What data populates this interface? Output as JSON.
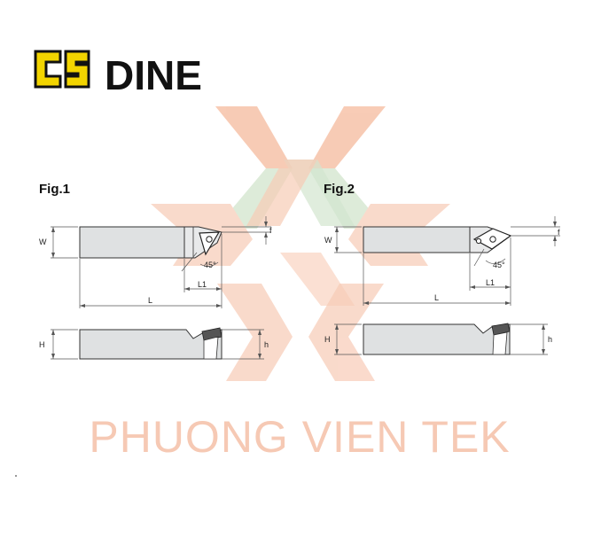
{
  "brand": {
    "name": "DINE",
    "logo_icon": "dine-cs-logo",
    "logo_color": "#f2d400",
    "text_color": "#111111"
  },
  "watermark": {
    "text": "PHUONG VIEN TEK",
    "color": "#f6c9b4",
    "logo_colors": [
      "#f7c6ae",
      "#cfe3cb"
    ]
  },
  "figures": [
    {
      "label": "Fig.1",
      "dims": {
        "W": "W",
        "f": "f",
        "angle": "45°",
        "L1": "L1",
        "L": "L",
        "H": "H",
        "h": "h"
      }
    },
    {
      "label": "Fig.2",
      "dims": {
        "W": "W",
        "f": "f",
        "angle": "45°",
        "L1": "L1",
        "L": "L",
        "H": "H",
        "h": "h"
      }
    }
  ],
  "colors": {
    "shank_fill": "#dfe1e2",
    "line": "#333333",
    "dim_line": "#555555"
  }
}
